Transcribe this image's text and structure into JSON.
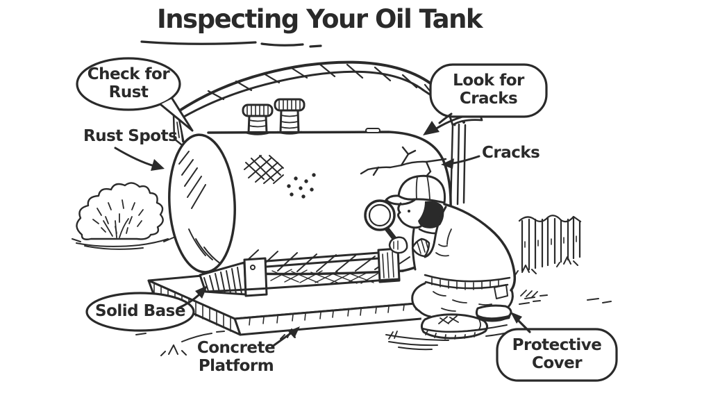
{
  "background": "#ffffff",
  "ink_color": "#2a2a2a",
  "title": "Inspecting Your Oil Tank",
  "callouts": {
    "check_for_rust": {
      "line1": "Check for",
      "line2": "Rust"
    },
    "look_for_cracks": {
      "line1": "Look for",
      "line2": "Cracks"
    },
    "solid_base": "Solid Base",
    "protective_cover": {
      "line1": "Protective",
      "line2": "Cover"
    }
  },
  "labels": {
    "rust_spots": "Rust Spots",
    "cracks": "Cracks",
    "concrete_platform": {
      "line1": "Concrete",
      "line2": "Platform"
    }
  },
  "illustration_elements": [
    "protective-cover-arch",
    "support-post",
    "oil-tank",
    "fill-pipe",
    "vent-pipe",
    "rust-patch",
    "crack-marks",
    "steel-tank-stand",
    "concrete-platform-slab",
    "inspector",
    "baseball-cap",
    "magnifying-glass",
    "sneakers",
    "bush",
    "picket-fence",
    "grass-tufts"
  ]
}
